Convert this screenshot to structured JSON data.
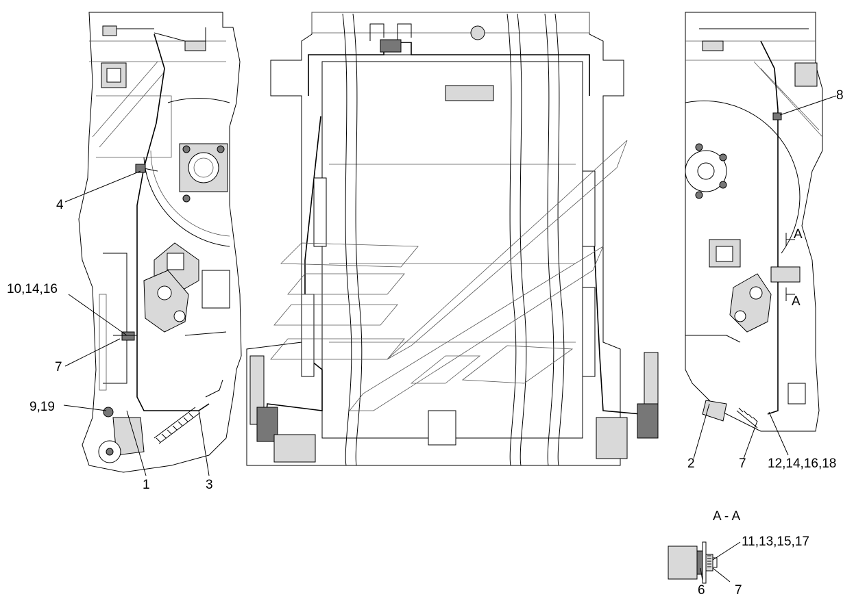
{
  "callouts": {
    "left": {
      "c4": "4",
      "c10_14_16": "10,14,16",
      "c7": "7",
      "c9_19": "9,19",
      "c1": "1",
      "c3": "3"
    },
    "right": {
      "c8": "8",
      "section_top": "A",
      "section_bottom": "A",
      "c2": "2",
      "c7": "7",
      "c12_14_16_18": "12,14,16,18"
    },
    "section_view": {
      "title": "A - A",
      "c11_13_15_17": "11,13,15,17",
      "c6": "6",
      "c7": "7"
    }
  }
}
